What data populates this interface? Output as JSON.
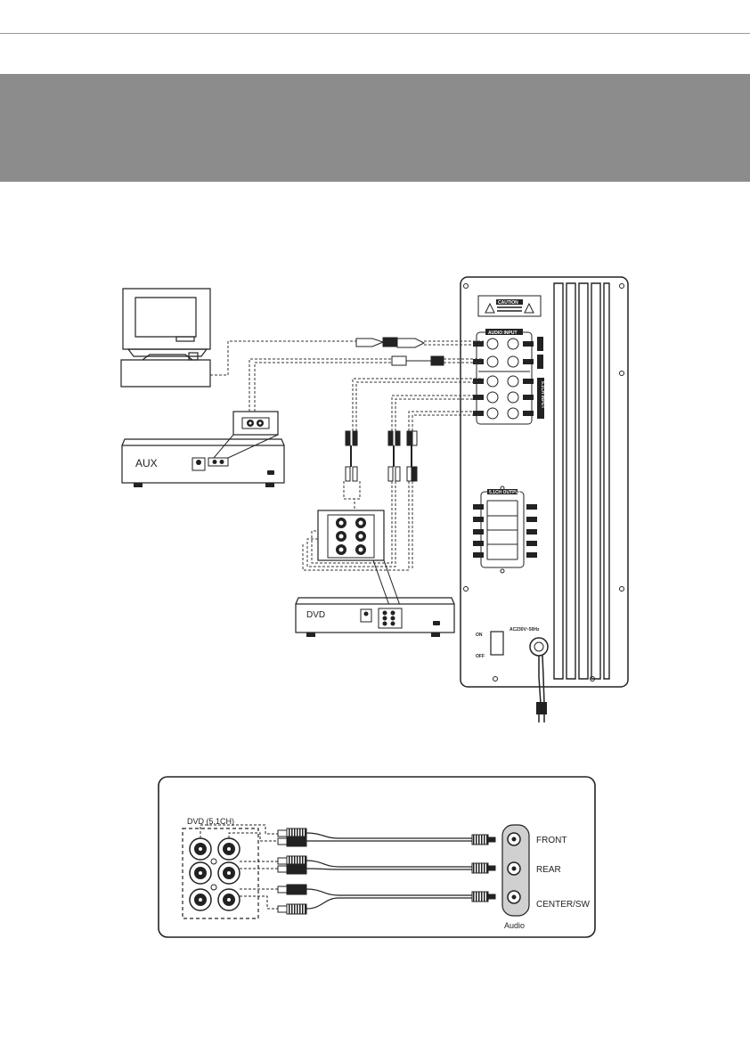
{
  "devices": {
    "aux_label": "AUX",
    "dvd_label": "DVD"
  },
  "subwoofer": {
    "caution_label": "CAUTION",
    "audio_input_label": "AUDIO INPUT",
    "ch_input_label": "5.1CH INPUT",
    "ch_output_label": "5.1CH OUTPUT",
    "power_label": "AC230V~50Hz",
    "on_label": "ON",
    "off_label": "OFF"
  },
  "detail": {
    "dvd_51ch_label": "DVD (5.1CH)",
    "front_label": "FRONT",
    "rear_label": "REAR",
    "center_sw_label": "CENTER/SW",
    "audio_label": "Audio"
  }
}
